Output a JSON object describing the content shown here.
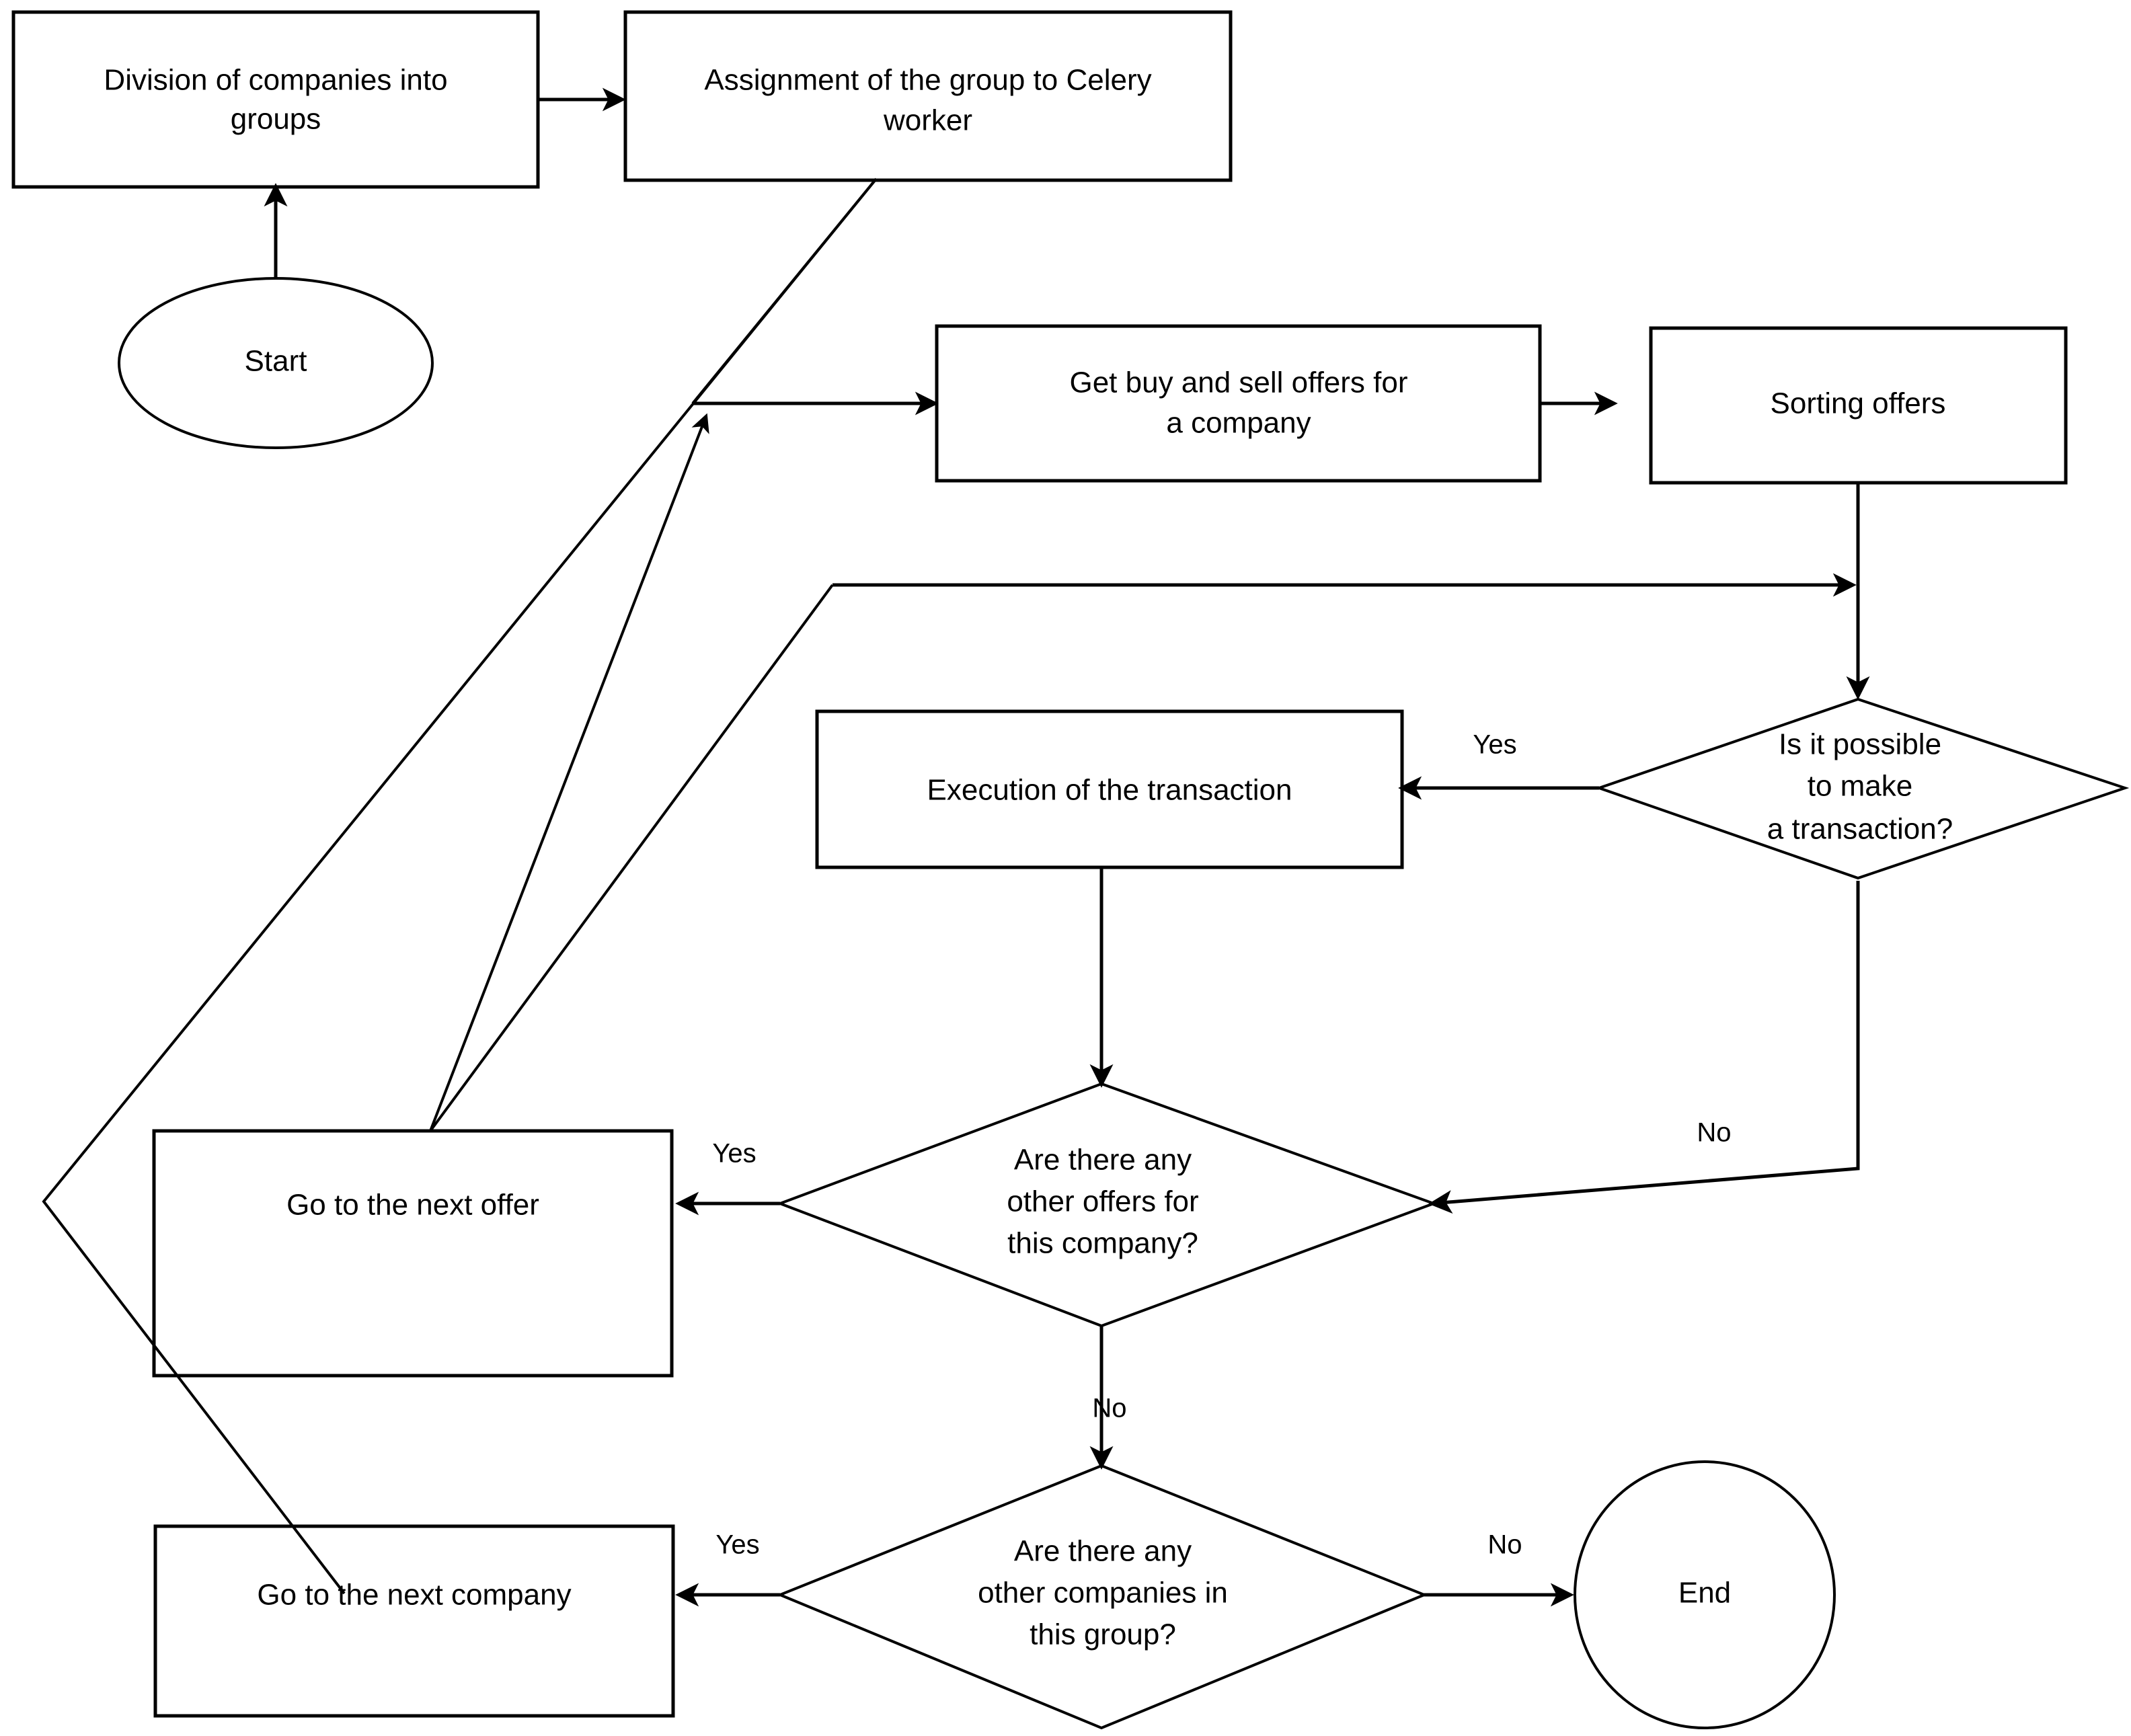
{
  "diagram": {
    "title": "Celery trading workflow flowchart",
    "colors": {
      "stroke": "#000000",
      "fill": "#ffffff",
      "text": "#000000"
    },
    "nodes": {
      "start": {
        "label": "Start",
        "shape": "ellipse"
      },
      "division": {
        "label_line1": "Division of companies into",
        "label_line2": "groups",
        "shape": "rectangle"
      },
      "assignment": {
        "label_line1": "Assignment of the group to Celery",
        "label_line2": "worker",
        "shape": "rectangle"
      },
      "get_offers": {
        "label_line1": "Get buy and sell offers for",
        "label_line2": "a company",
        "shape": "rectangle"
      },
      "sorting": {
        "label": "Sorting offers",
        "shape": "rectangle"
      },
      "possible_transaction": {
        "label_line1": "Is it possible",
        "label_line2": "to make",
        "label_line3": "a transaction?",
        "shape": "diamond"
      },
      "execution": {
        "label": "Execution of the transaction",
        "shape": "rectangle"
      },
      "other_offers": {
        "label_line1": "Are there any",
        "label_line2": "other offers for",
        "label_line3": "this company?",
        "shape": "diamond"
      },
      "next_offer": {
        "label": "Go to the next offer",
        "shape": "rectangle"
      },
      "other_companies": {
        "label_line1": "Are there any",
        "label_line2": "other companies in",
        "label_line3": "this group?",
        "shape": "diamond"
      },
      "next_company": {
        "label": "Go to the next company",
        "shape": "rectangle"
      },
      "end": {
        "label": "End",
        "shape": "ellipse"
      }
    },
    "edge_labels": {
      "possible_yes": "Yes",
      "possible_no": "No",
      "offers_yes": "Yes",
      "offers_no": "No",
      "companies_yes": "Yes",
      "companies_no": "No"
    }
  }
}
